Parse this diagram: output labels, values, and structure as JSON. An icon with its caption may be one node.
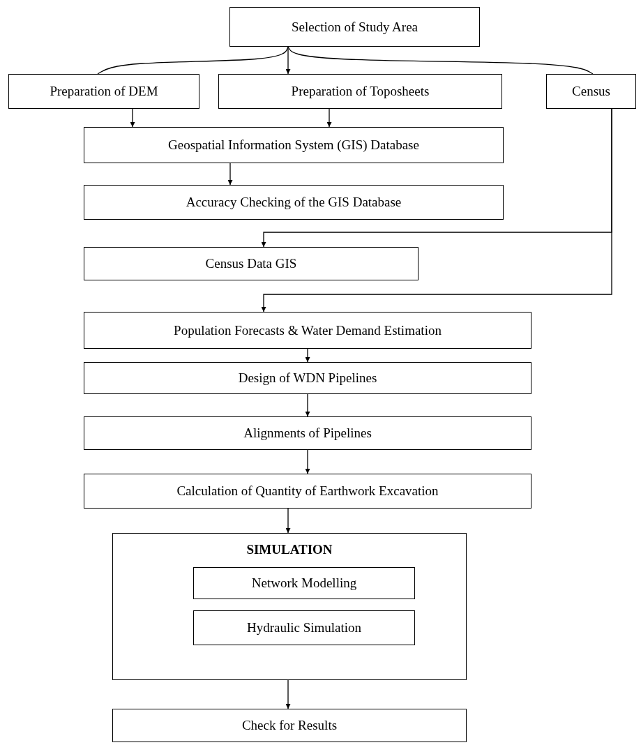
{
  "diagram": {
    "nodes": [
      {
        "text": [
          "Selection of Study Area"
        ]
      },
      {
        "text": [
          "Preparation of DEM"
        ]
      },
      {
        "text": [
          "Preparation of Toposheets"
        ]
      },
      {
        "text": [
          "Census"
        ]
      },
      {
        "text": [
          "Geospatial Information System (GIS) Database"
        ]
      },
      {
        "text": [
          "Accuracy Checking of the GIS Database"
        ]
      },
      {
        "text": [
          "Census Data GIS"
        ]
      },
      {
        "text": [
          "Population Forecasts & Water Demand Estimation"
        ]
      },
      {
        "text": [
          "Design of WDN Pipelines"
        ]
      },
      {
        "text": [
          "Alignments of Pipelines"
        ]
      },
      {
        "text": [
          "Calculation of Quantity of Earthwork Excavation"
        ]
      },
      {
        "text": [
          "SIMULATION"
        ]
      },
      {
        "text": [
          "Network Modelling"
        ],
        "in": 11
      },
      {
        "text": [
          "Hydraulic Simulation"
        ],
        "in": 11
      },
      {
        "text": [
          "Check for Results"
        ]
      }
    ],
    "edges": [
      {
        "from": 0,
        "to": 1,
        "arrow": "none"
      },
      {
        "from": 0,
        "to": 2,
        "arrow": "to"
      },
      {
        "from": 0,
        "to": 3,
        "arrow": "none"
      },
      {
        "from": 1,
        "to": 4,
        "arrow": "to"
      },
      {
        "from": 2,
        "to": 4,
        "arrow": "to"
      },
      {
        "from": 4,
        "to": 5,
        "arrow": "to"
      },
      {
        "from": 3,
        "to": 6,
        "arrow": "to"
      },
      {
        "from": 3,
        "to": 7,
        "arrow": "to"
      },
      {
        "from": 7,
        "to": 8,
        "arrow": "to"
      },
      {
        "from": 8,
        "to": 9,
        "arrow": "to"
      },
      {
        "from": 9,
        "to": 10,
        "arrow": "to"
      },
      {
        "from": 10,
        "to": 11,
        "arrow": "to"
      },
      {
        "from": 11,
        "to": 14,
        "arrow": "to"
      }
    ]
  }
}
